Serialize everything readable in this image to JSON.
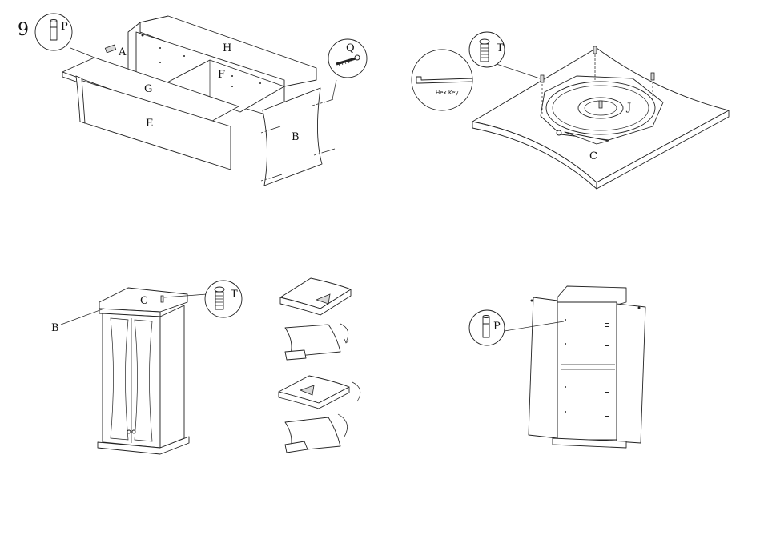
{
  "step_number": "9",
  "panel_top_left": {
    "labels": {
      "P": "P",
      "Q": "Q",
      "A": "A",
      "H": "H",
      "G": "G",
      "F": "F",
      "E": "E",
      "B": "B"
    }
  },
  "panel_top_right": {
    "labels": {
      "T": "T",
      "J": "J",
      "C": "C"
    },
    "hex_key_label": "Hex Key"
  },
  "panel_bottom_left": {
    "labels": {
      "C": "C",
      "T": "T",
      "B": "B"
    }
  },
  "panel_bottom_right": {
    "labels": {
      "P": "P"
    }
  }
}
